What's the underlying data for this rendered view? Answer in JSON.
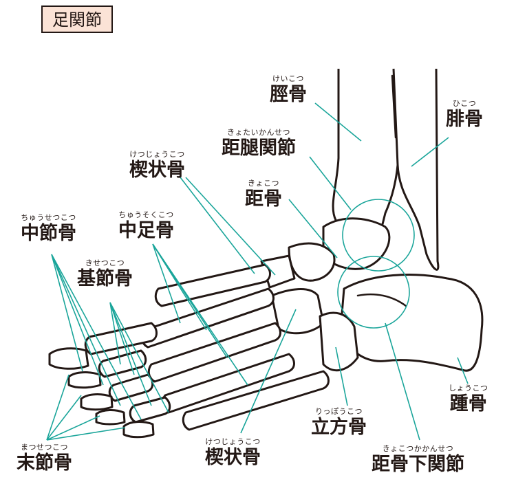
{
  "title": "足関節",
  "colors": {
    "leader": "#1aa59a",
    "title_bg": "#fbe3d6",
    "ink": "#231815"
  },
  "labels": {
    "tibia": {
      "ruby": "けいこつ",
      "text": "脛骨"
    },
    "fibula": {
      "ruby": "ひこつ",
      "text": "腓骨"
    },
    "talocrural": {
      "ruby": "きょたいかんせつ",
      "text": "距腿関節"
    },
    "talus": {
      "ruby": "きょこつ",
      "text": "距骨"
    },
    "cuneiform_top": {
      "ruby": "けつじょうこつ",
      "text": "楔状骨"
    },
    "middle_phalanx": {
      "ruby": "ちゅうせつこつ",
      "text": "中節骨"
    },
    "metatarsal": {
      "ruby": "ちゅうそくこつ",
      "text": "中足骨"
    },
    "proximal_phalanx": {
      "ruby": "きせつこつ",
      "text": "基節骨"
    },
    "calcaneus": {
      "ruby": "しょうこつ",
      "text": "踵骨"
    },
    "cuboid": {
      "ruby": "りっぽうこつ",
      "text": "立方骨"
    },
    "cuneiform_bottom": {
      "ruby": "けつじょうこつ",
      "text": "楔状骨"
    },
    "distal_phalanx": {
      "ruby": "まつせつこつ",
      "text": "末節骨"
    },
    "subtalar": {
      "ruby": "きょこつかかんせつ",
      "text": "距骨下関節"
    }
  }
}
